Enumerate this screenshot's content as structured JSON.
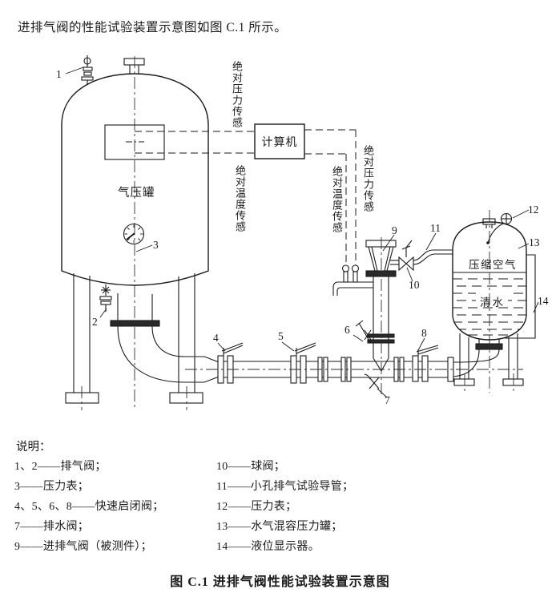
{
  "page": {
    "intro": "进排气阀的性能试验装置示意图如图 C.1 所示。",
    "caption": "图 C.1  进排气阀性能试验装置示意图"
  },
  "diagram": {
    "labels": {
      "computer": "计算机",
      "air_tank": "气压罐",
      "compressed_air": "压缩空气",
      "clean_water": "清水"
    },
    "sensor_labels": {
      "pressure_left": "绝对压力传感",
      "temp_left": "绝对温度传感",
      "temp_right": "绝对温度传感",
      "pressure_right": "绝对压力传感"
    },
    "callouts": [
      "1",
      "2",
      "3",
      "4",
      "5",
      "6",
      "7",
      "8",
      "9",
      "10",
      "11",
      "12",
      "13",
      "14"
    ],
    "line_color": "#1a1a1a"
  },
  "legend": {
    "title": "说明：",
    "left": [
      "1、2——排气阀；",
      "3——压力表；",
      "4、5、6、8——快速启闭阀；",
      "7——排水阀；",
      "9——进排气阀（被测件）；"
    ],
    "right": [
      "10——球阀；",
      "11——小孔排气试验导管；",
      "12——压力表；",
      "13——水气混容压力罐；",
      "14——液位显示器。"
    ]
  }
}
